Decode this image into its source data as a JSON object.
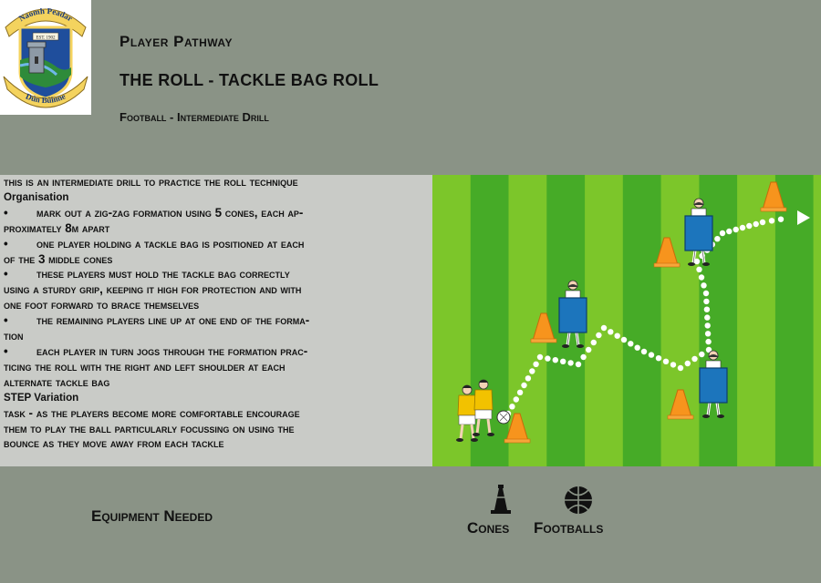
{
  "header": {
    "logo": {
      "icon": "club-crest-icon",
      "top_text": "Naomh Peadar",
      "est_text": "EST. 1902",
      "bottom_text": "Dún Búinne"
    },
    "pathway": "Player Pathway",
    "title": "THE ROLL - TACKLE BAG ROLL",
    "subtitle": "Football - Intermediate Drill"
  },
  "description": {
    "intro": "This is an intermediate drill to practice the Roll technique",
    "organisation_label": "Organisation",
    "bullet_symbol": "•",
    "bullets": [
      [
        "Mark out a zig-zag formation using 5 cones, each ap-",
        "proximately 8m apart"
      ],
      [
        "One player holding a tackle bag is positioned at each",
        "of the 3 middle cones"
      ],
      [
        "These players must hold the tackle bag correctly",
        "using a sturdy grip, keeping it high for protection and with",
        "one foot forward to brace themselves"
      ],
      [
        "The remaining players line up at one end of the forma-",
        "tion"
      ],
      [
        "Each player in turn jogs through the formation prac-",
        "ticing the roll with the right and left shoulder at each",
        "alternate tackle bag"
      ]
    ],
    "variation_label": "STEP Variation",
    "task_lines": [
      "Task - As the players become more comfortable encourage",
      "them to play the ball particularly focussing on using the",
      "bounce as they move away from each tackle"
    ]
  },
  "diagram": {
    "colors": {
      "stripe_light": "#7cc62a",
      "stripe_dark": "#46ab27",
      "cone": "#f7941d",
      "bag": "#1c75bc",
      "path": "#ffffff",
      "jersey": "#f2c200"
    },
    "icons": [
      "cone-icon",
      "tackle-bag-holder-icon",
      "player-icon",
      "football-icon",
      "arrow-icon"
    ]
  },
  "equipment": {
    "label": "Equipment Needed",
    "items": [
      {
        "label": "Cones",
        "icon": "cone-icon"
      },
      {
        "label": "Footballs",
        "icon": "football-icon"
      }
    ]
  },
  "colors": {
    "background": "#8a9386",
    "text_panel": "#c9cbc7",
    "text": "#111111"
  }
}
